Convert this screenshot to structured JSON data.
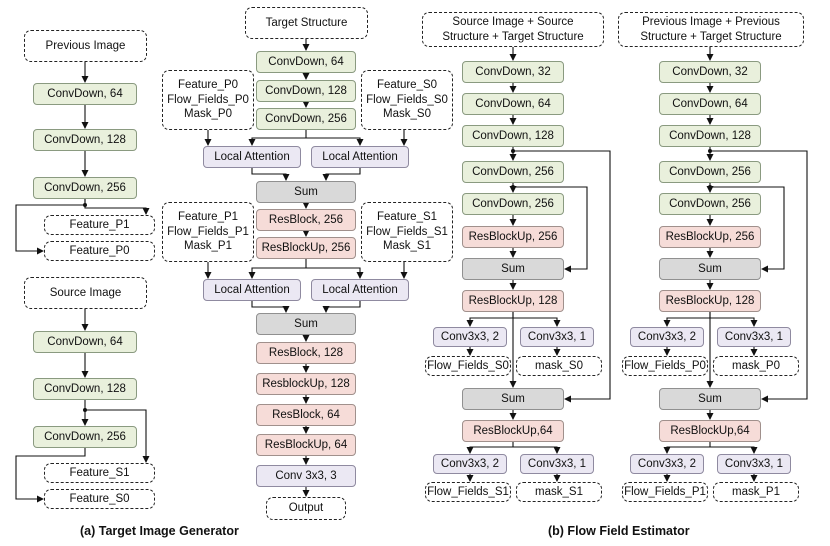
{
  "generator": {
    "caption": "(a) Target Image Generator",
    "prev_branch": {
      "input": "Previous Image",
      "conv1": "ConvDown, 64",
      "conv2": "ConvDown, 128",
      "conv3": "ConvDown, 256",
      "out_p1": "Feature_P1",
      "out_p0": "Feature_P0"
    },
    "src_branch": {
      "input": "Source Image",
      "conv1": "ConvDown, 64",
      "conv2": "ConvDown, 128",
      "conv3": "ConvDown, 256",
      "out_s1": "Feature_S1",
      "out_s0": "Feature_S0"
    },
    "main": {
      "input": "Target Structure",
      "conv1": "ConvDown, 64",
      "conv2": "ConvDown, 128",
      "conv3": "ConvDown, 256",
      "inputs_p0": [
        "Feature_P0",
        "Flow_Fields_P0",
        "Mask_P0"
      ],
      "inputs_s0": [
        "Feature_S0",
        "Flow_Fields_S0",
        "Mask_S0"
      ],
      "attn1_left": "Local Attention",
      "attn1_right": "Local Attention",
      "sum1": "Sum",
      "res1": "ResBlock, 256",
      "resup1": "ResBlockUp, 256",
      "inputs_p1": [
        "Feature_P1",
        "Flow_Fields_P1",
        "Mask_P1"
      ],
      "inputs_s1": [
        "Feature_S1",
        "Flow_Fields_S1",
        "Mask_S1"
      ],
      "attn2_left": "Local Attention",
      "attn2_right": "Local Attention",
      "sum2": "Sum",
      "res2": "ResBlock, 128",
      "resup2": "ResblockUp, 128",
      "res3": "ResBlock, 64",
      "resup3": "ResBlockUp, 64",
      "conv_out": "Conv 3x3, 3",
      "output": "Output"
    }
  },
  "estimator": {
    "caption": "(b) Flow Field Estimator",
    "source_net": {
      "input": "Source Image + Source Structure + Target Structure",
      "down32": "ConvDown, 32",
      "down64": "ConvDown, 64",
      "down128": "ConvDown, 128",
      "down256a": "ConvDown, 256",
      "down256b": "ConvDown, 256",
      "resup256": "ResBlockUp, 256",
      "sum1": "Sum",
      "resup128": "ResBlockUp, 128",
      "flow_conv1": "Conv3x3, 2",
      "mask_conv1": "Conv3x3, 1",
      "flow_out1": "Flow_Fields_S0",
      "mask_out1": "mask_S0",
      "sum2": "Sum",
      "resup64": "ResBlockUp,64",
      "flow_conv2": "Conv3x3, 2",
      "mask_conv2": "Conv3x3, 1",
      "flow_out2": "Flow_Fields_S1",
      "mask_out2": "mask_S1"
    },
    "previous_net": {
      "input": "Previous Image + Previous Structure + Target Structure",
      "down32": "ConvDown, 32",
      "down64": "ConvDown, 64",
      "down128": "ConvDown, 128",
      "down256a": "ConvDown, 256",
      "down256b": "ConvDown, 256",
      "resup256": "ResBlockUp, 256",
      "sum1": "Sum",
      "resup128": "ResBlockUp, 128",
      "flow_conv1": "Conv3x3, 2",
      "mask_conv1": "Conv3x3, 1",
      "flow_out1": "Flow_Fields_P0",
      "mask_out1": "mask_P0",
      "sum2": "Sum",
      "resup64": "ResBlockUp,64",
      "flow_conv2": "Conv3x3, 2",
      "mask_conv2": "Conv3x3, 1",
      "flow_out2": "Flow_Fields_P1",
      "mask_out2": "mask_P1"
    }
  }
}
